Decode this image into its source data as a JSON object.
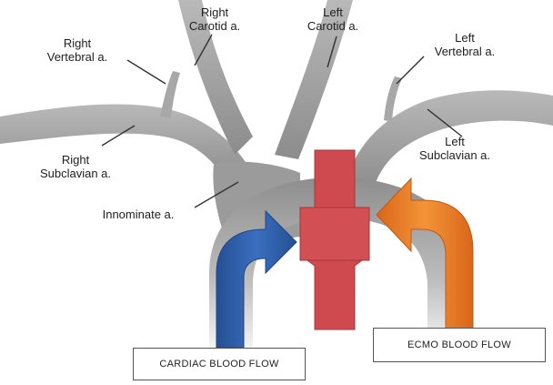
{
  "labels": {
    "right_carotid": "Right\nCarotid a.",
    "left_carotid": "Left\nCarotid a.",
    "right_vertebral": "Right\nVertebral a.",
    "left_vertebral": "Left\nVertebral a.",
    "right_subclavian": "Right\nSubclavian a.",
    "left_subclavian": "Left\nSubclavian a.",
    "innominate": "Innominate a."
  },
  "boxes": {
    "cardiac": "CARDIAC BLOOD FLOW",
    "ecmo": "ECMO BLOOD FLOW"
  },
  "colors": {
    "vessel": "#9a9a9a",
    "cardiac_flow": "#2f5fa6",
    "ecmo_flow": "#e87a26",
    "cannula": "#cf4a4e"
  }
}
